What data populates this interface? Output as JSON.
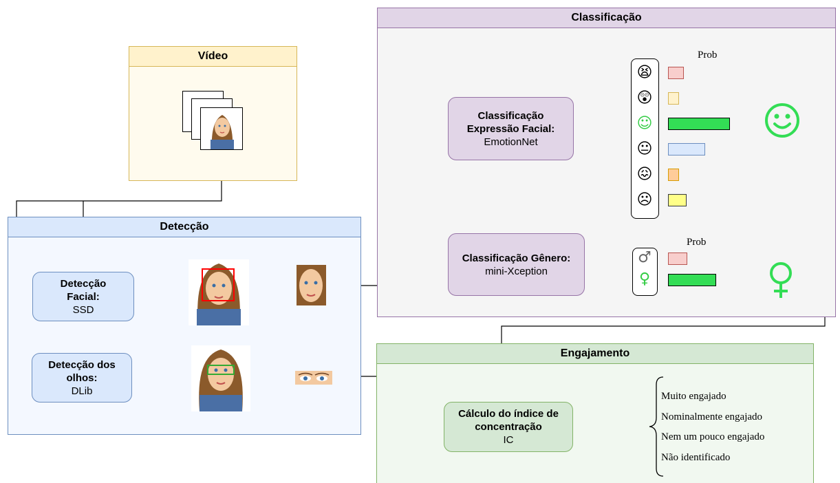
{
  "panels": {
    "video": "Vídeo",
    "deteccao": "Detecção",
    "classificacao": "Classificação",
    "engajamento": "Engajamento"
  },
  "nodes": {
    "face_detect": {
      "title": "Detecção Facial:",
      "sub": "SSD"
    },
    "eye_detect": {
      "title": "Detecção dos olhos:",
      "sub": "DLib"
    },
    "expr_class": {
      "title": "Classificação Expressão Facial:",
      "sub": "EmotionNet"
    },
    "gender_class": {
      "title": "Classificação Gênero:",
      "sub": "mini-Xception"
    },
    "ic_calc": {
      "title": "Cálculo do índice de concentração",
      "sub": "IC"
    }
  },
  "prob_label": "Prob",
  "prob_label_gender": "Prob",
  "emotions": [
    {
      "icon": "angry-face-icon",
      "glyph": "😫",
      "prob": 0.25,
      "fill": "#f8cecc",
      "stroke": "#b85450"
    },
    {
      "icon": "surprised-face-icon",
      "glyph": "😲",
      "prob": 0.15,
      "fill": "#fff2cc",
      "stroke": "#d6b656"
    },
    {
      "icon": "happy-face-icon",
      "glyph": "☺",
      "prob": 1.0,
      "fill": "#33dd55",
      "stroke": "#000000"
    },
    {
      "icon": "neutral-face-icon",
      "glyph": "😐",
      "prob": 0.6,
      "fill": "#dae8fc",
      "stroke": "#6c8ebf"
    },
    {
      "icon": "disgusted-face-icon",
      "glyph": "😖",
      "prob": 0.15,
      "fill": "#ffcc99",
      "stroke": "#d79b00"
    },
    {
      "icon": "sad-face-icon",
      "glyph": "☹",
      "prob": 0.3,
      "fill": "#ffff88",
      "stroke": "#36393d"
    }
  ],
  "genders": [
    {
      "icon": "male-symbol-icon",
      "glyph": "♂",
      "prob": 0.4,
      "fill": "#f8cecc",
      "stroke": "#b85450"
    },
    {
      "icon": "female-symbol-icon",
      "glyph": "♀",
      "prob": 1.0,
      "fill": "#33dd55",
      "stroke": "#000000"
    }
  ],
  "results": {
    "emotion_glyph": "☺",
    "gender_glyph": "♀"
  },
  "engagement_levels": [
    "Muito engajado",
    "Nominalmente engajado",
    "Nem um pouco engajado",
    "Não identificado"
  ],
  "colors": {
    "video_fill": "#fff2cc",
    "video_stroke": "#d6b656",
    "det_fill": "#dae8fc",
    "det_stroke": "#6c8ebf",
    "class_fill": "#e1d5e7",
    "class_stroke": "#9673a6",
    "eng_fill": "#d5e8d4",
    "eng_stroke": "#82b366",
    "highlight_green": "#33cc44"
  }
}
